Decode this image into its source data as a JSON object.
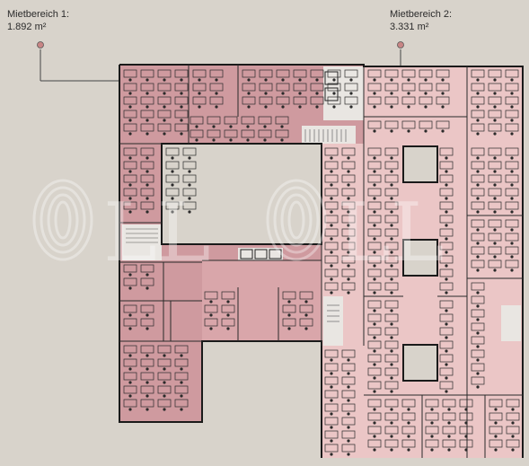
{
  "areas": [
    {
      "name": "Mietbereich 1:",
      "size": "1.892 m²",
      "color": "#cf9a9f"
    },
    {
      "name": "Mietbereich 2:",
      "size": "3.331 m²",
      "color": "#ebc6c6"
    }
  ],
  "colors": {
    "background": "#d8d3cb",
    "wall": "#1a1a1a",
    "area1": "#cf9a9f",
    "area2": "#ebc6c6",
    "core": "#e9e6e2",
    "courtyard": "#d8d3cb",
    "marker": "#c88585"
  },
  "watermark_icon": "jll-logo-watermark"
}
